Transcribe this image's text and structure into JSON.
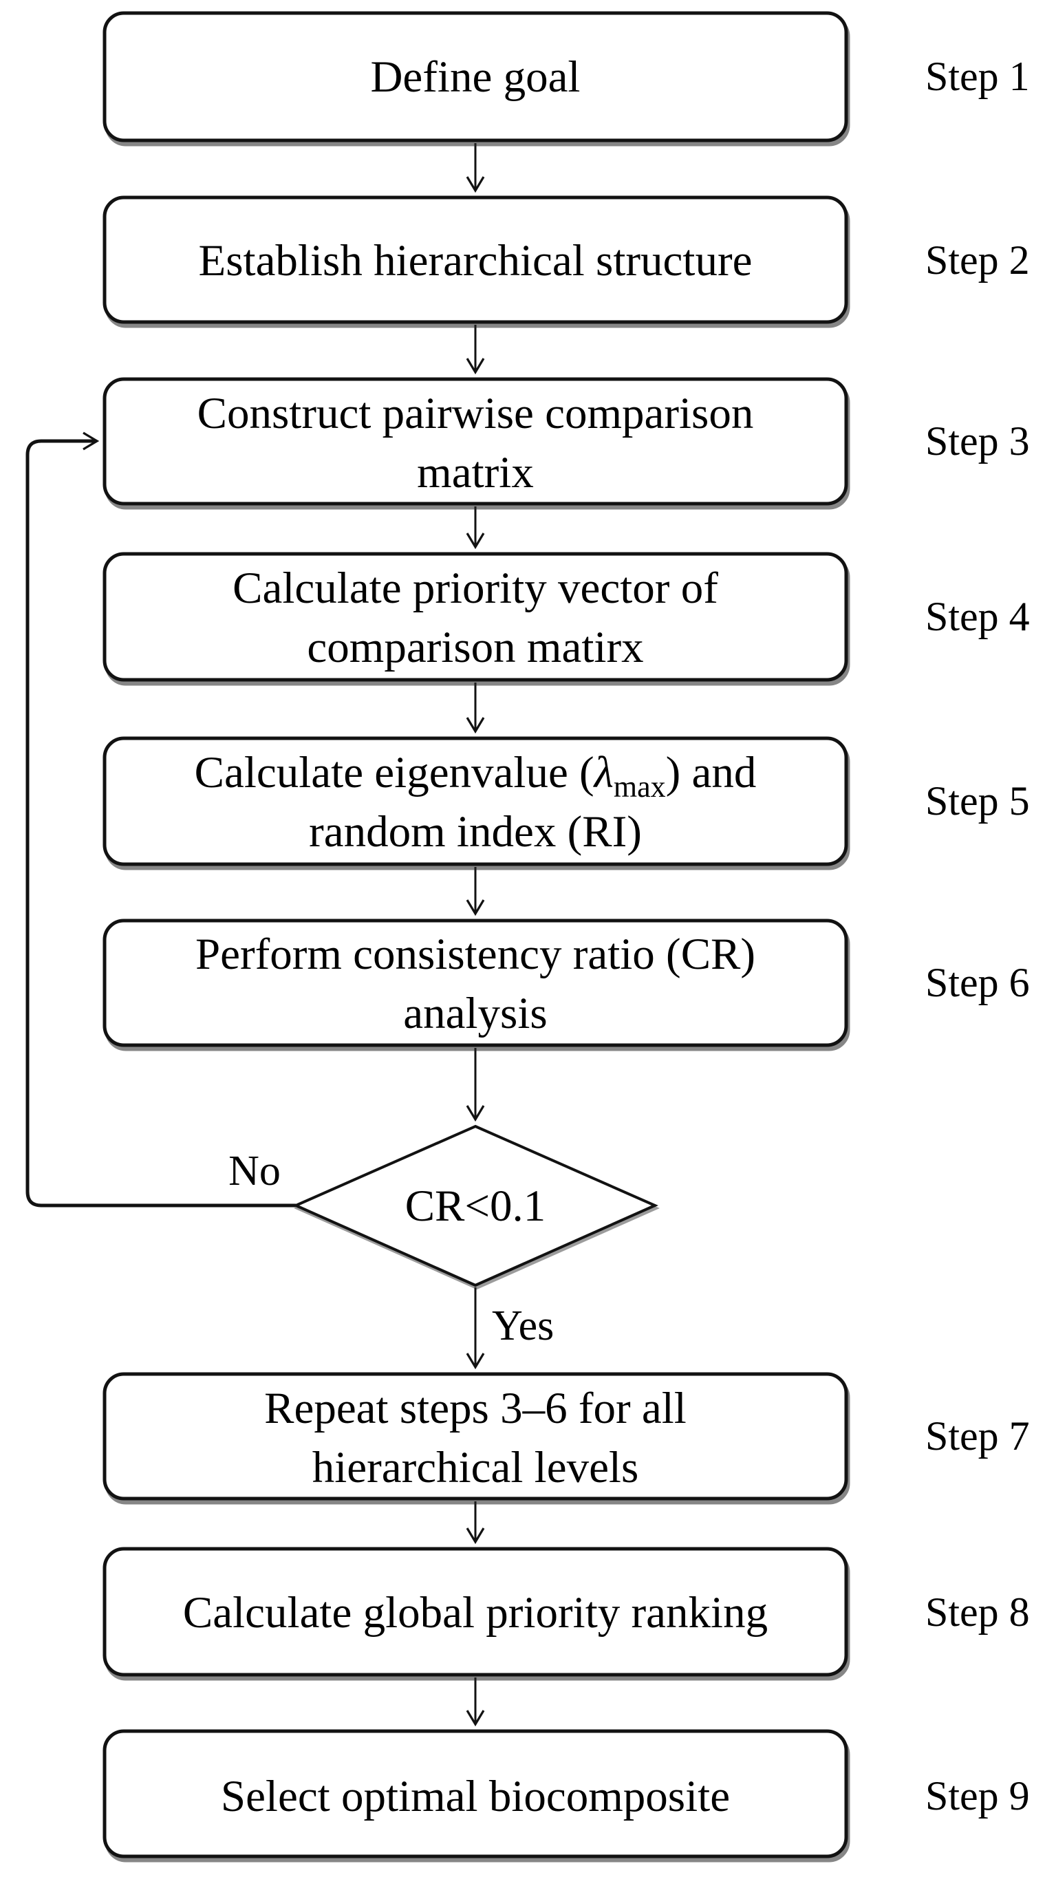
{
  "figure": {
    "background_color": "#ffffff",
    "stroke_color": "#121212",
    "boxes": [
      {
        "step_label": "Step 1",
        "lines": [
          "Define goal"
        ]
      },
      {
        "step_label": "Step 2",
        "lines": [
          "Establish hierarchical structure"
        ]
      },
      {
        "step_label": "Step 3",
        "lines": [
          "Construct pairwise comparison",
          "matrix"
        ]
      },
      {
        "step_label": "Step 4",
        "lines": [
          "Calculate priority vector of",
          "comparison matirx"
        ]
      },
      {
        "step_label": "Step 5",
        "lines": [
          "Calculate eigenvalue (λmax) and",
          "random index (RI)"
        ],
        "line1_parts": {
          "pre": "Calculate eigenvalue (",
          "lambda": "λ",
          "sub": "max",
          "post": ") and"
        }
      },
      {
        "step_label": "Step 6",
        "lines": [
          "Perform consistency ratio (CR)",
          "analysis"
        ]
      },
      {
        "step_label": "Step 7",
        "lines": [
          "Repeat steps 3–6 for all",
          "hierarchical levels"
        ]
      },
      {
        "step_label": "Step 8",
        "lines": [
          "Calculate global priority ranking"
        ]
      },
      {
        "step_label": "Step 9",
        "lines": [
          "Select optimal biocomposite"
        ]
      }
    ],
    "decision": {
      "label": "CR<0.1",
      "yes_label": "Yes",
      "no_label": "No"
    }
  }
}
